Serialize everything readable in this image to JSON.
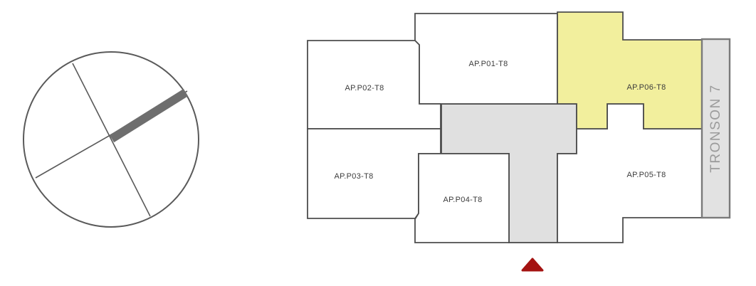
{
  "app": {
    "background": "#ffffff"
  },
  "overview_compass": {
    "outline_color": "#5a5a5a",
    "selected_segment_color": "#6e6e6e"
  },
  "floor_plan": {
    "units": [
      {
        "label": "AP.P01-T8",
        "highlighted": false
      },
      {
        "label": "AP.P02-T8",
        "highlighted": false
      },
      {
        "label": "AP.P03-T8",
        "highlighted": false
      },
      {
        "label": "AP.P04-T8",
        "highlighted": false
      },
      {
        "label": "AP.P05-T8",
        "highlighted": false
      },
      {
        "label": "AP.P06-T8",
        "highlighted": true
      }
    ],
    "section_label": "TRONSON 7",
    "colors": {
      "unit_fill": "#ffffff",
      "unit_outline": "#4d4d4d",
      "highlight_fill": "#f2ef9d",
      "corridor_fill": "#e0e0e0",
      "corridor_outline": "#5a5a5a",
      "section_bar_fill": "#e2e2e2",
      "section_bar_border": "#7a7a7a",
      "section_text": "#9b9b9b",
      "entrance_marker": "#a41312",
      "label_text": "#3c3c3c"
    }
  }
}
